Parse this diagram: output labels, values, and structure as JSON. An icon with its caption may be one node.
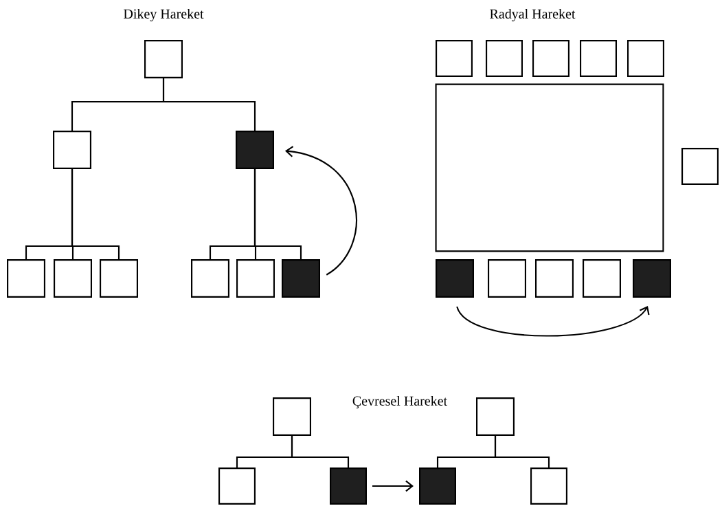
{
  "diagram": {
    "nodes": [
      {
        "text": [],
        "shape": "box"
      },
      {
        "text": [],
        "shape": "box"
      },
      {
        "text": [],
        "shape": "box"
      },
      {
        "text": [],
        "shape": "box"
      },
      {
        "text": [],
        "shape": "box"
      },
      {
        "text": [],
        "shape": "box"
      },
      {
        "text": [],
        "shape": "box"
      },
      {
        "text": [],
        "shape": "box"
      },
      {
        "text": [],
        "shape": "box"
      },
      {
        "text": [],
        "shape": "box"
      },
      {
        "text": [],
        "shape": "box"
      },
      {
        "text": [],
        "shape": "box"
      },
      {
        "text": [],
        "shape": "box"
      },
      {
        "text": [],
        "shape": "box"
      },
      {
        "text": [],
        "shape": "box"
      },
      {
        "text": [],
        "shape": "box"
      },
      {
        "text": [],
        "shape": "box"
      },
      {
        "text": [],
        "shape": "box"
      },
      {
        "text": [],
        "shape": "box"
      },
      {
        "text": [],
        "shape": "box"
      },
      {
        "text": [],
        "shape": "box"
      },
      {
        "text": [],
        "shape": "box"
      },
      {
        "text": [],
        "shape": "box"
      },
      {
        "text": [],
        "shape": "box"
      },
      {
        "text": [],
        "shape": "box"
      },
      {
        "text": [],
        "shape": "box"
      },
      {
        "text": [],
        "shape": "box"
      }
    ],
    "edges": [
      {
        "from": 0,
        "to": 1,
        "arrow": "none"
      },
      {
        "from": 0,
        "to": 2,
        "arrow": "none"
      },
      {
        "from": 1,
        "to": 3,
        "arrow": "none"
      },
      {
        "from": 1,
        "to": 4,
        "arrow": "none"
      },
      {
        "from": 1,
        "to": 5,
        "arrow": "none"
      },
      {
        "from": 2,
        "to": 6,
        "arrow": "none"
      },
      {
        "from": 2,
        "to": 7,
        "arrow": "none"
      },
      {
        "from": 2,
        "to": 8,
        "arrow": "none"
      },
      {
        "from": 8,
        "to": 2,
        "arrow": "to"
      },
      {
        "from": 16,
        "to": 20,
        "arrow": "to"
      },
      {
        "from": 21,
        "to": 22,
        "arrow": "none"
      },
      {
        "from": 21,
        "to": 23,
        "arrow": "none"
      },
      {
        "from": 24,
        "to": 25,
        "arrow": "none"
      },
      {
        "from": 24,
        "to": 26,
        "arrow": "none"
      },
      {
        "from": 23,
        "to": 25,
        "arrow": "to"
      }
    ],
    "labels": [
      "Dikey Hareket",
      "Radyal Hareket",
      "Çevresel Hareket"
    ]
  }
}
